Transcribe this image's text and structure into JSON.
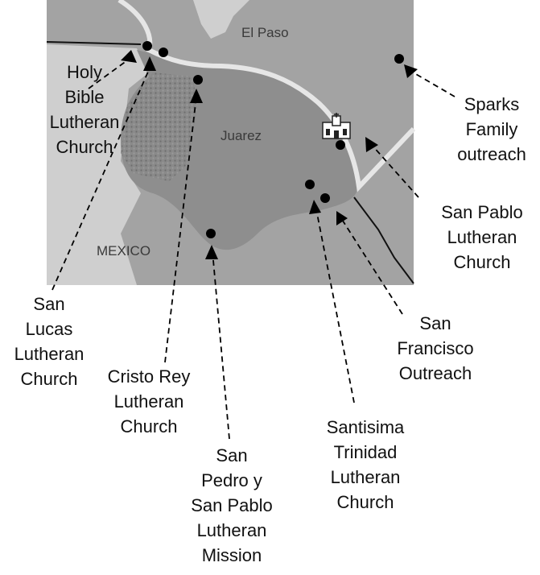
{
  "map": {
    "region_labels": {
      "el_paso": "El Paso",
      "juarez": "Juarez",
      "mexico": "MEXICO"
    },
    "colors": {
      "us_land": "#a3a3a3",
      "juarez_land": "#8e8e8e",
      "west_land": "#cfcfcf",
      "river": "#e6e6e6",
      "mountains": "#7f7f7f",
      "border": "#111111"
    },
    "church_icon": "church-icon",
    "locations": {
      "holy_bible": {
        "lines": [
          "Holy",
          "Bible",
          "Lutheran",
          "Church"
        ]
      },
      "san_lucas": {
        "lines": [
          "San",
          "Lucas",
          "Lutheran",
          "Church"
        ]
      },
      "cristo_rey": {
        "lines": [
          "Cristo Rey",
          "Lutheran",
          "Church"
        ]
      },
      "san_pedro": {
        "lines": [
          "San",
          "Pedro y",
          "San Pablo",
          "Lutheran",
          "Mission"
        ]
      },
      "santisima": {
        "lines": [
          "Santisima",
          "Trinidad",
          "Lutheran",
          "Church"
        ]
      },
      "san_francisco": {
        "lines": [
          "San",
          "Francisco",
          "Outreach"
        ]
      },
      "san_pablo": {
        "lines": [
          "San Pablo",
          "Lutheran",
          "Church"
        ]
      },
      "sparks": {
        "lines": [
          "Sparks",
          "Family",
          "outreach"
        ]
      }
    }
  }
}
